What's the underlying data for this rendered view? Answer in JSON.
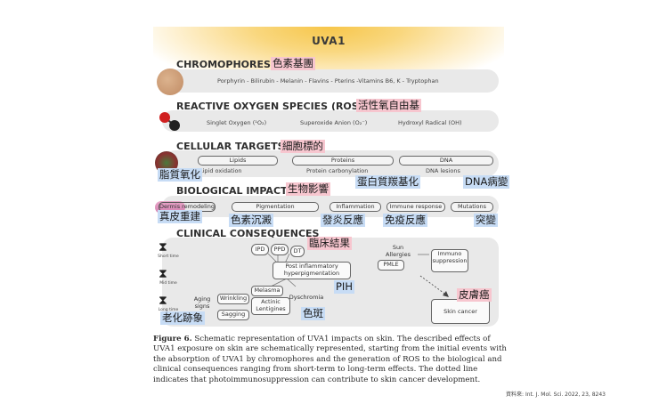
{
  "figure": {
    "uva_title": "UVA1",
    "sections": {
      "chromophores": {
        "title": "CHROMOPHORES",
        "text": "Porphyrin - Bilirubin - Melanin - Flavins - Pterins -Vitamins B6, K - Tryptophan"
      },
      "ros": {
        "title": "REACTIVE OXYGEN SPECIES (ROS)",
        "items": [
          "Singlet Oxygen (¹O₂)",
          "Superoxide Anion (O₂⁻)",
          "Hydroxyl Radical (OH)"
        ]
      },
      "cellular": {
        "title": "CELLULAR TARGETS",
        "pills": [
          "Lipids",
          "Proteins",
          "DNA"
        ],
        "subs": [
          "Lipid oxidation",
          "Protein carbonylation",
          "DNA lesions"
        ]
      },
      "biological": {
        "title": "BIOLOGICAL IMPACT",
        "pills": [
          "Dermis remodeling",
          "Pigmentation",
          "Inflammation",
          "Immune response",
          "Mutations"
        ]
      },
      "clinical": {
        "title": "CLINICAL CONSEQUENCES",
        "time_labels": [
          "Short time",
          "Mid time",
          "Long time"
        ],
        "boxes": {
          "ipd": "IPD",
          "ppd": "PPD",
          "dt": "DT",
          "post": "Post inflammatory hyperpigmentation",
          "melasma": "Melasma",
          "actinic": "Actinic Lentigines",
          "dyschromia": "Dyschromia",
          "wrinkling": "Wrinkling",
          "aging": "Aging signs",
          "sagging": "Sagging",
          "sun": "Sun Allergies",
          "pmle": "PMLE",
          "immuno": "Immuno suppression",
          "skin_cancer": "Skin cancer"
        }
      }
    }
  },
  "caption": {
    "label": "Figure 6.",
    "text": " Schematic representation of UVA1 impacts on skin. The described effects of UVA1 exposure on skin are schematically represented, starting from the initial events with the absorption of UVA1 by chromophores and the generation of ROS to the biological and clinical consequences ranging from short-term to long-term effects. The dotted line indicates that photoimmunosuppression can contribute to skin cancer development."
  },
  "source": "資料來: Int. J. Mol. Sci. 2022, 23, 8243",
  "annotations": {
    "chromophores": "色素基團",
    "ros": "活性氧自由基",
    "cellular": "細胞標的",
    "lipid": "脂質氧化",
    "protein": "蛋白質羰基化",
    "dna": "DNA病變",
    "biological": "生物影響",
    "dermis": "真皮重建",
    "pigmentation": "色素沉澱",
    "inflammation": "發炎反應",
    "immune": "免疫反應",
    "mutation": "突變",
    "clinical": "臨床結果",
    "pih": "PIH",
    "skin_cancer": "皮膚癌",
    "aging": "老化跡象",
    "spots": "色斑"
  },
  "colors": {
    "annotation_red": "#f7c6cf",
    "annotation_blue": "#c7dcf5",
    "sun": "#f7c64a",
    "band": "#e9e9e9"
  }
}
